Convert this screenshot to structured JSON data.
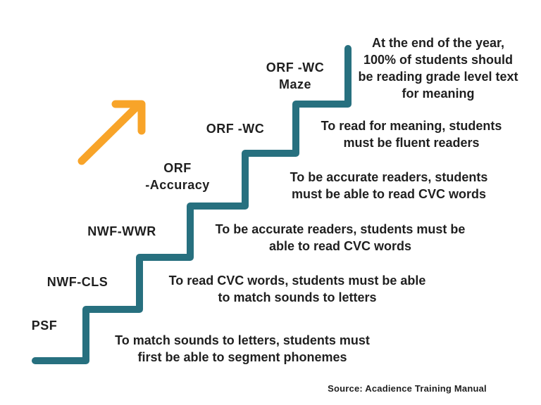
{
  "colors": {
    "stair_teal": "#27707f",
    "arrow_orange": "#f8a429",
    "text": "#1f1f1f",
    "background": "#ffffff"
  },
  "steps": [
    {
      "id": "psf",
      "label": "PSF",
      "description": "To match sounds to letters, students must\nfirst be able to segment phonemes"
    },
    {
      "id": "nwf-cls",
      "label": "NWF-CLS",
      "description": "To read CVC words, students must be able\nto match sounds to letters"
    },
    {
      "id": "nwf-wwr",
      "label": "NWF-WWR",
      "description": "To be accurate readers, students must be\nable to read CVC words"
    },
    {
      "id": "orf-accuracy",
      "label": "ORF\n-Accuracy",
      "description": "To be accurate readers, students\nmust be able to read CVC words"
    },
    {
      "id": "orf-wc",
      "label": "ORF -WC",
      "description": "To read for meaning, students\nmust be fluent readers"
    },
    {
      "id": "orf-wc-maze",
      "label": "ORF -WC\nMaze",
      "description": "At the end of the year,\n100% of students should\nbe reading grade level text\nfor meaning"
    }
  ],
  "source": "Source: Acadience Training Manual"
}
